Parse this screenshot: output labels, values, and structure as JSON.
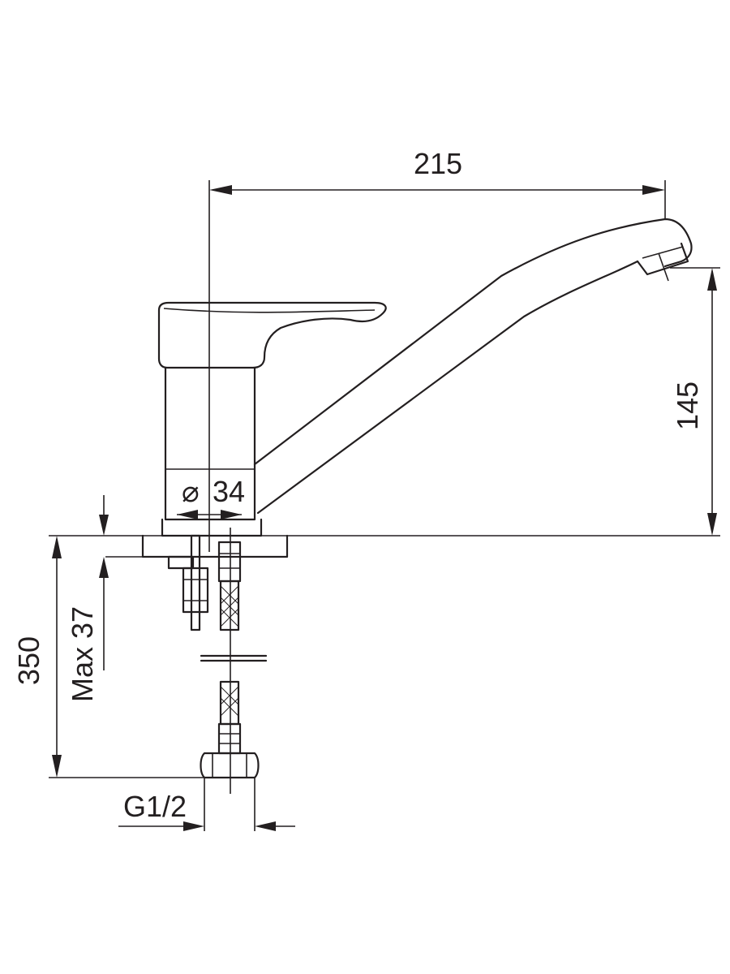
{
  "dimensions": {
    "spout_reach": "215",
    "spout_height": "145",
    "base_diameter": "34",
    "diameter_symbol": "⌀",
    "hose_length": "350",
    "max_countertop": "Max 37",
    "thread": "G1/2"
  }
}
